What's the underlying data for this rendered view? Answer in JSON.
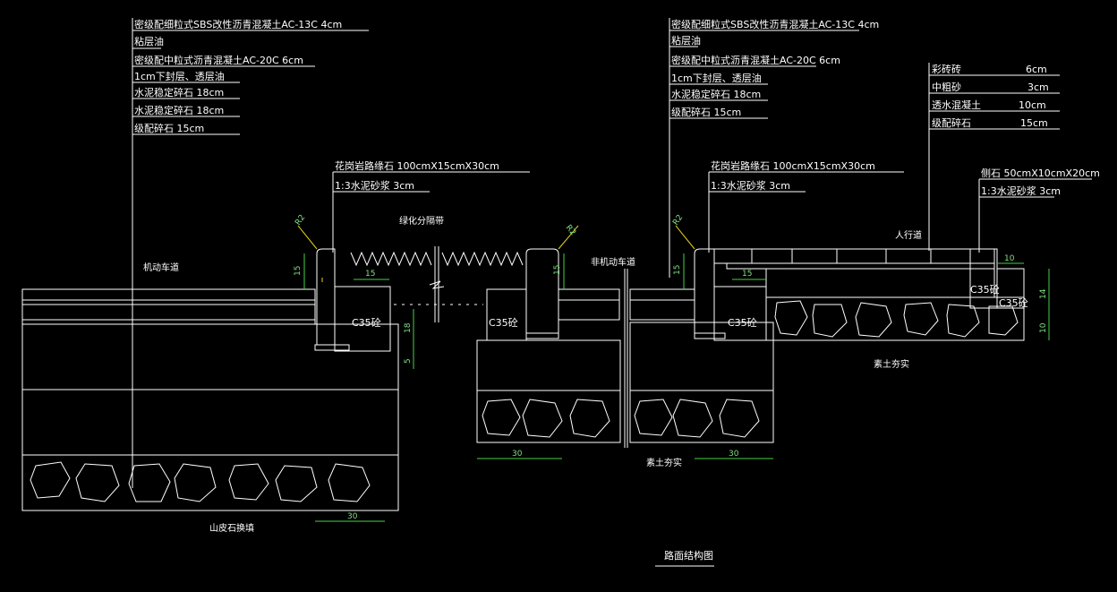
{
  "left_layers": [
    "密级配细粒式SBS改性沥青混凝土AC-13C  4cm",
    "粘层油",
    "密级配中粒式沥青混凝土AC-20C  6cm",
    "1cm下封层、透层油",
    "水泥稳定碎石   18cm",
    "水泥稳定碎石   18cm",
    "级配碎石        15cm"
  ],
  "right_layers": [
    "密级配细粒式SBS改性沥青混凝土AC-13C  4cm",
    "粘层油",
    "密级配中粒式沥青混凝土AC-20C  6cm",
    "1cm下封层、透层油",
    "水泥稳定碎石   18cm",
    "级配碎石        15cm"
  ],
  "sidewalk_layers": [
    {
      "name": "彩砖砖",
      "value": "6cm"
    },
    {
      "name": "中粗砂",
      "value": "3cm"
    },
    {
      "name": "透水混凝土",
      "value": "10cm"
    },
    {
      "name": "级配碎石",
      "value": "15cm"
    }
  ],
  "curb_label_1": "花岗岩路缘石 100cmX15cmX30cm",
  "mortar_label_1": "1:3水泥砂浆  3cm",
  "curb_label_2": "花岗岩路缘石 100cmX15cmX30cm",
  "mortar_label_2": "1:3水泥砂浆  3cm",
  "edge_label": "侧石 50cmX10cmX20cm",
  "mortar_label_3": "1:3水泥砂浆  3cm",
  "green_belt_label": "绿化分隔带",
  "motor_lane_label": "机动车道",
  "nonmotor_lane_label": "非机动车道",
  "sidewalk_label": "人行道",
  "plain_soil_1": "素土夯实",
  "plain_soil_2": "素土夯实",
  "mountain_stone_label": "山皮石换填",
  "concrete_label": "C35砼",
  "figure_title": "路面结构图",
  "dims": {
    "r20": "R2",
    "d15": "15",
    "d18": "18",
    "d5": "5",
    "d30": "30",
    "d10": "10",
    "d14": "14"
  }
}
